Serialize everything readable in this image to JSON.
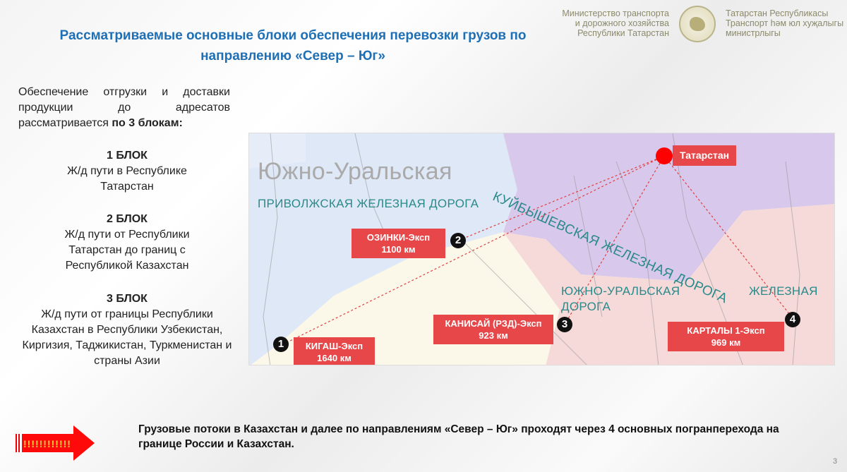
{
  "header": {
    "title": "Рассматриваемые основные блоки обеспечения перевозки грузов по направлению «Север – Юг»",
    "ministry_ru": [
      "Министерство транспорта",
      "и дорожного хозяйства",
      "Республики Татарстан"
    ],
    "ministry_tt": [
      "Татарстан Республикасы",
      "Транспорт һәм юл хуҗалыгы",
      "министрлыгы"
    ]
  },
  "intro": {
    "text": "Обеспечение отгрузки и доставки продукции до адресатов рассматривается ",
    "bold": "по 3 блокам:"
  },
  "blocks": [
    {
      "title": "1 БЛОК",
      "text": "Ж/д пути в Республике Татарстан"
    },
    {
      "title": "2 БЛОК",
      "text": "Ж/д пути от Республики Татарстан до границ с Республикой Казахстан"
    },
    {
      "title": "3 БЛОК",
      "text": "Ж/д пути от границы Республики Казахстан в Республики Узбекистан, Киргизия, Таджикистан, Туркменистан и страны Азии"
    }
  ],
  "map": {
    "origin": "Татарстан",
    "railways": {
      "privolzh": "ПРИВОЛЖСКАЯ ЖЕЛЕЗНАЯ ДОРОГА",
      "kuib": "КУЙБЫШЕВСКАЯ ЖЕЛЕЗНАЯ ДОРОГА",
      "yuzh1": "ЮЖНО-УРАЛЬСКАЯ",
      "yuzh2": "ЖЕЛЕЗНАЯ",
      "yuzh3": "ДОРОГА",
      "faded": "Южно-Уральская"
    },
    "crossings": [
      {
        "num": "1",
        "name": "КИГАШ-Эксп",
        "dist": "1640 км"
      },
      {
        "num": "2",
        "name": "ОЗИНКИ-Эксп",
        "dist": "1100 км"
      },
      {
        "num": "3",
        "name": "КАНИСАЙ (РЗД)-Эксп",
        "dist": "923 км"
      },
      {
        "num": "4",
        "name": "КАРТАЛЫ 1-Эксп",
        "dist": "969 км"
      }
    ],
    "colors": {
      "label": "#e8474a",
      "origin": "#ff0000",
      "rail_text": "#2a8a8a"
    }
  },
  "footer": {
    "text": "Грузовые потоки в Казахстан и далее по направлениям «Север – Юг» проходят через 4 основных погранперехода на границе России и Казахстан.",
    "arrow_text": "!!!!!!!!!!!!"
  },
  "page_number": "3"
}
